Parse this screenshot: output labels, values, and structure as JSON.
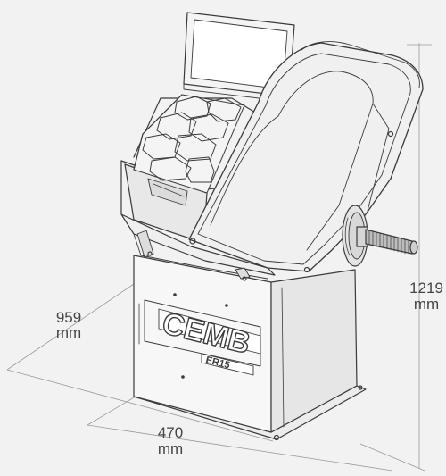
{
  "dimensions": {
    "depth": {
      "value": "959",
      "unit": "mm"
    },
    "width": {
      "value": "470",
      "unit": "mm"
    },
    "height": {
      "value": "1219",
      "unit": "mm"
    }
  },
  "branding": {
    "logo": "CEMB",
    "model": "ER15"
  },
  "colors": {
    "background": "#f2f2f2",
    "line": "#3a3a3a",
    "dimension_line": "#9a9a9a",
    "label": "#444444"
  }
}
